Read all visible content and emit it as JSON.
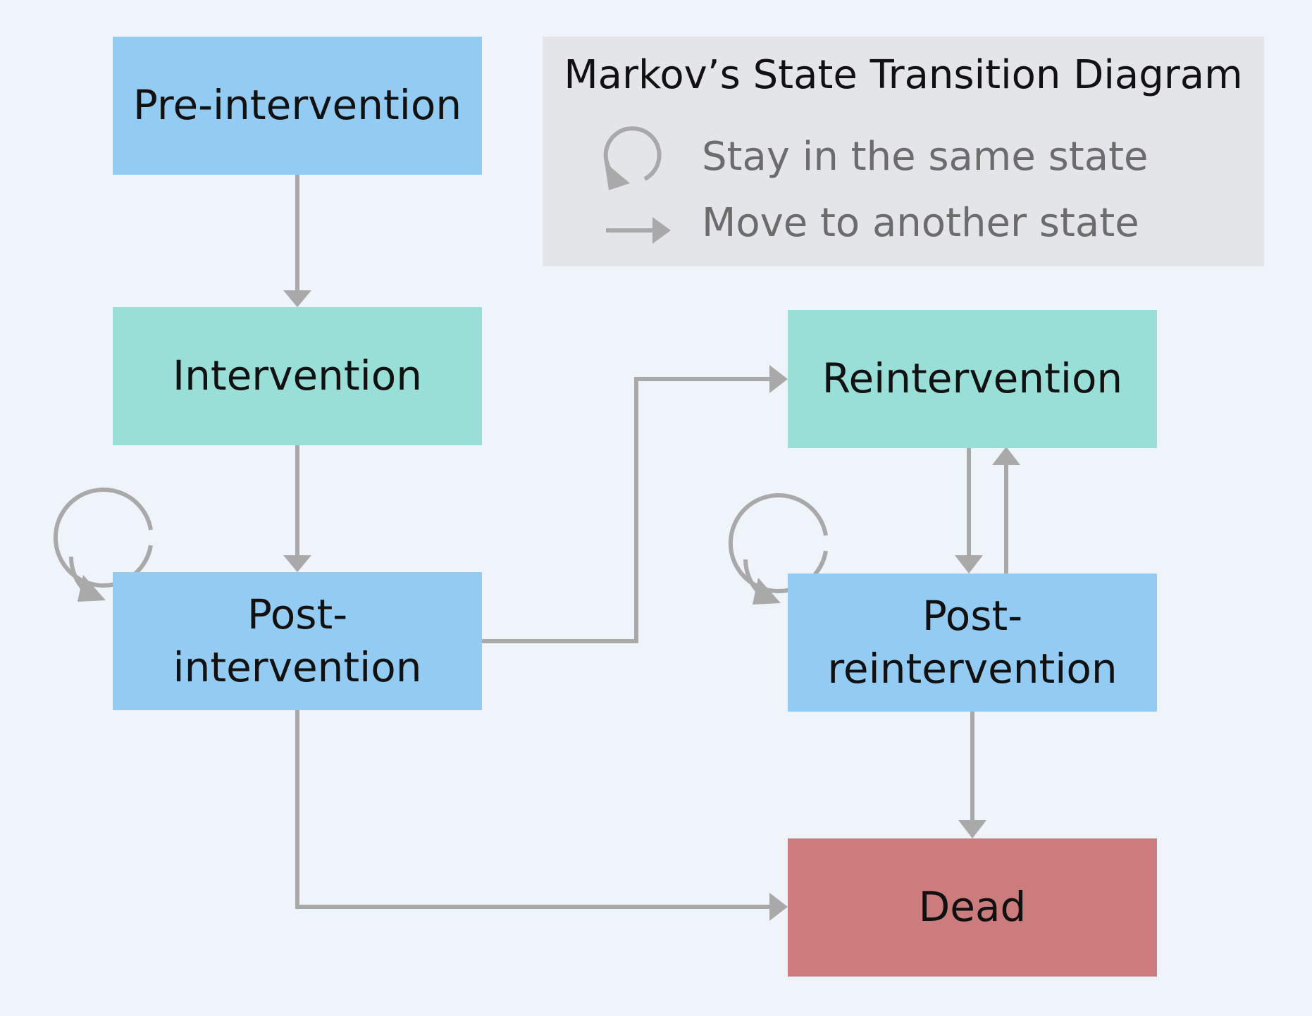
{
  "diagram": {
    "legend": {
      "title": "Markov’s State Transition Diagram",
      "stay_label": "Stay in the same state",
      "move_label": "Move to another state",
      "stay_icon": "loop-arrow-icon",
      "move_icon": "right-arrow-icon"
    },
    "states": {
      "pre_intervention": "Pre-intervention",
      "intervention": "Intervention",
      "post_intervention": "Post-intervention",
      "reintervention": "Reintervention",
      "post_reintervention": "Post-reintervention",
      "dead": "Dead"
    },
    "colors": {
      "background": "#eff3fa",
      "blue_state": "#94cbf2",
      "teal_state": "#99dfd8",
      "dead_state": "#cc7c7d",
      "arrow": "#a9a9a9",
      "legend_panel": "#e4e5e8"
    },
    "transitions": [
      {
        "from": "Pre-intervention",
        "to": "Intervention"
      },
      {
        "from": "Intervention",
        "to": "Post-intervention"
      },
      {
        "from": "Post-intervention",
        "to": "Post-intervention"
      },
      {
        "from": "Post-intervention",
        "to": "Reintervention"
      },
      {
        "from": "Post-intervention",
        "to": "Dead"
      },
      {
        "from": "Reintervention",
        "to": "Post-reintervention"
      },
      {
        "from": "Post-reintervention",
        "to": "Reintervention"
      },
      {
        "from": "Post-reintervention",
        "to": "Post-reintervention"
      },
      {
        "from": "Post-reintervention",
        "to": "Dead"
      }
    ]
  }
}
